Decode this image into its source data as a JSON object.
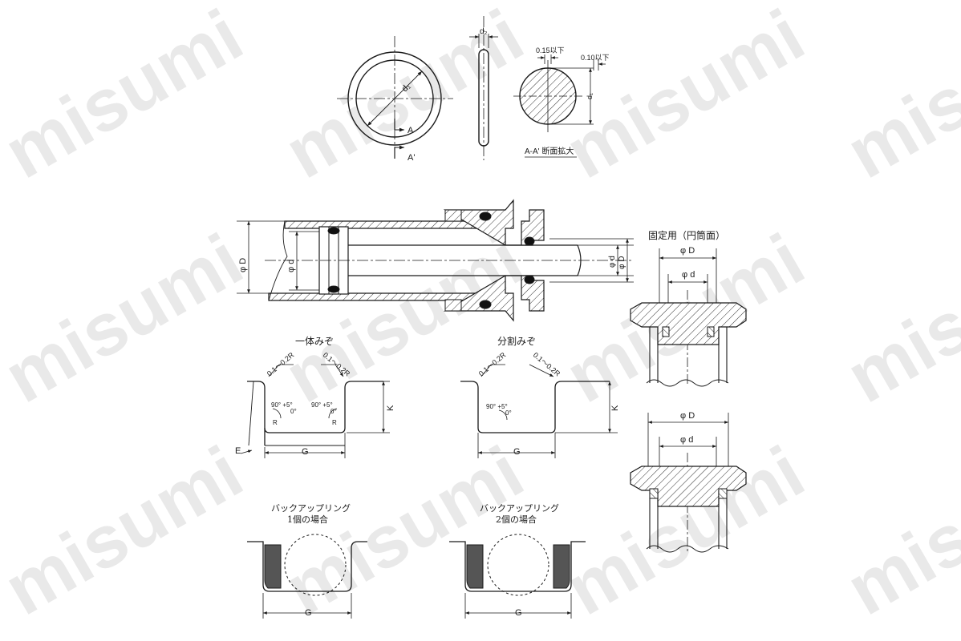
{
  "watermark": "misumi",
  "oring_top": {
    "d1": "d₁",
    "d2": "d₂",
    "section_a": "A",
    "section_a_prime": "A'",
    "tol_015": "0.15以下",
    "tol_010": "0.10以下",
    "caption": "A-A' 断面拡大"
  },
  "assembly": {
    "phi_D": "φ D",
    "phi_d": "φ d"
  },
  "fixed_use": {
    "title": "固定用（円筒面）",
    "phi_D": "φ D",
    "phi_d": "φ d"
  },
  "groove_integral": {
    "title": "一体みぞ",
    "chamfer_left": "0.1～0.2R",
    "chamfer_right": "0.1～0.2R",
    "angle_left": "90° +5°",
    "angle_left_tol": "0°",
    "angle_right": "90° +5°",
    "angle_right_tol": "0°",
    "r_left": "R",
    "r_right": "R",
    "k": "K",
    "e": "E",
    "g": "G"
  },
  "groove_split": {
    "title": "分割みぞ",
    "chamfer_left": "0.1～0.2R",
    "chamfer_right": "0.1～0.2R",
    "angle": "90° +5°",
    "angle_tol": "0°",
    "k": "K",
    "g": "G"
  },
  "backup_one": {
    "title_line1": "バックアップリング",
    "title_line2": "1個の場合",
    "g": "G"
  },
  "backup_two": {
    "title_line1": "バックアップリング",
    "title_line2": "2個の場合",
    "g": "G"
  }
}
